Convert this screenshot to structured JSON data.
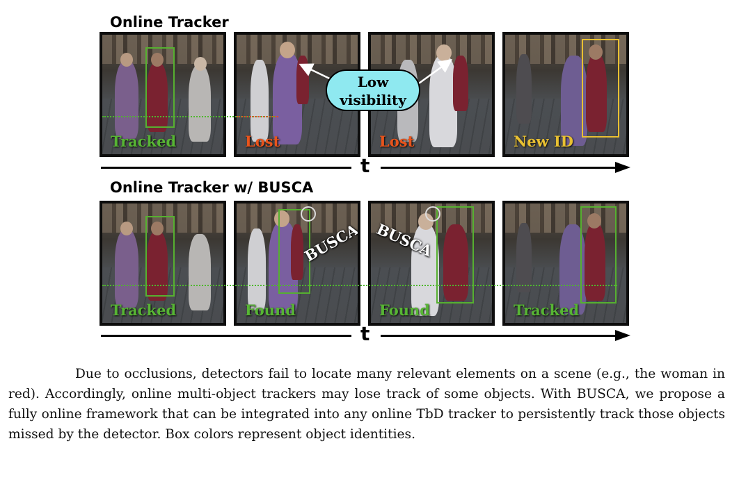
{
  "figure": {
    "top_title": "Online Tracker",
    "bottom_title": "Online Tracker w/ BUSCA",
    "time_label": "t",
    "bubble": {
      "line1": "Low",
      "line2": "visibility"
    },
    "busca_tag": "BUSCA",
    "top_row": [
      {
        "label": "Tracked",
        "color": "#57b534"
      },
      {
        "label": "Lost",
        "color": "#e8541c"
      },
      {
        "label": "Lost",
        "color": "#e8541c"
      },
      {
        "label": "New ID",
        "color": "#e8c032"
      }
    ],
    "bottom_row": [
      {
        "label": "Tracked",
        "color": "#57b534"
      },
      {
        "label": "Found",
        "color": "#57b534"
      },
      {
        "label": "Found",
        "color": "#57b534"
      },
      {
        "label": "Tracked",
        "color": "#57b534"
      }
    ]
  },
  "caption": {
    "text": "Due to occlusions, detectors fail to locate many relevant elements on a scene (e.g., the woman in red). Accordingly, online multi-object trackers may lose track of some objects. With BUSCA, we propose a fully online framework that can be integrated into any online TbD tracker to persistently track those objects missed by the detector. Box colors represent object identities."
  }
}
